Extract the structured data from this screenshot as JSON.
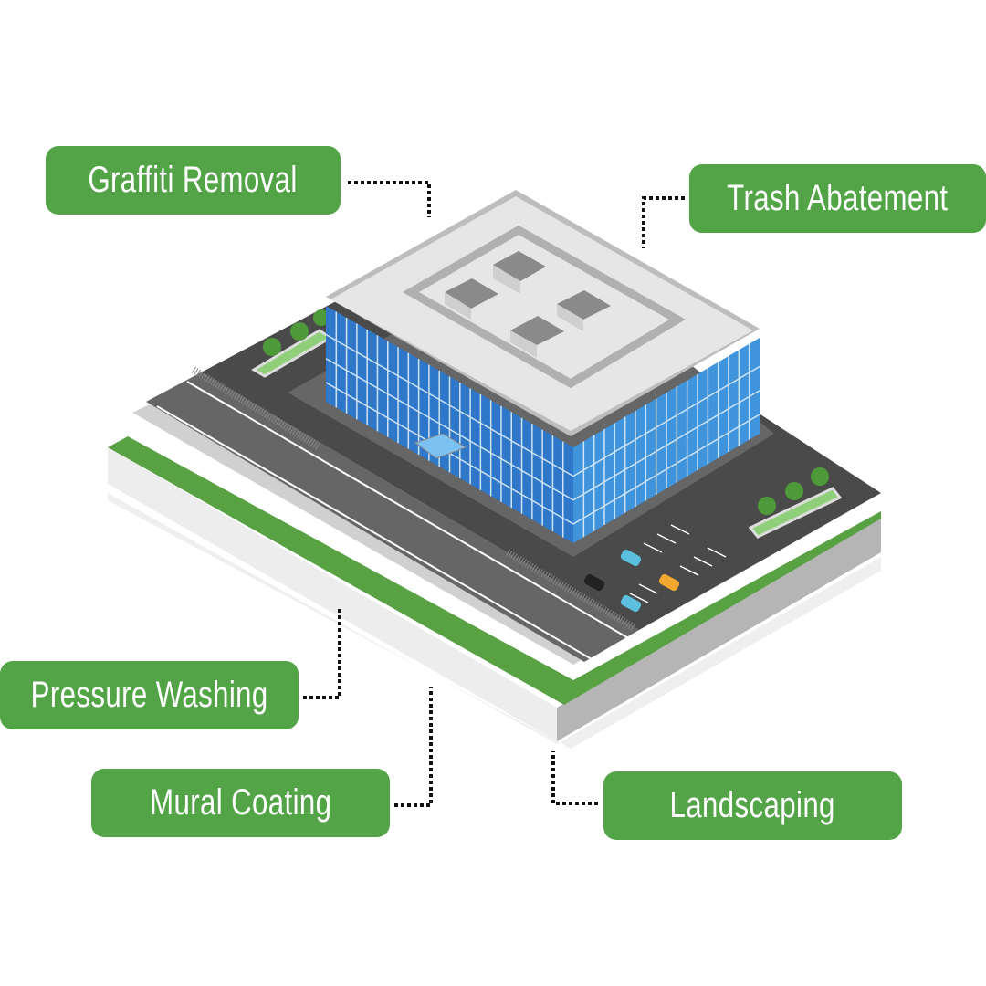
{
  "labels": {
    "graffiti": "Graffiti Removal",
    "trash": "Trash Abatement",
    "pressure": "Pressure Washing",
    "mural": "Mural Coating",
    "landscaping": "Landscaping"
  },
  "colors": {
    "label_bg": "#52a447",
    "label_text": "#ffffff",
    "glass": "#3a86d4",
    "roof": "#e6e6e6",
    "asphalt": "#4a4a4a"
  }
}
